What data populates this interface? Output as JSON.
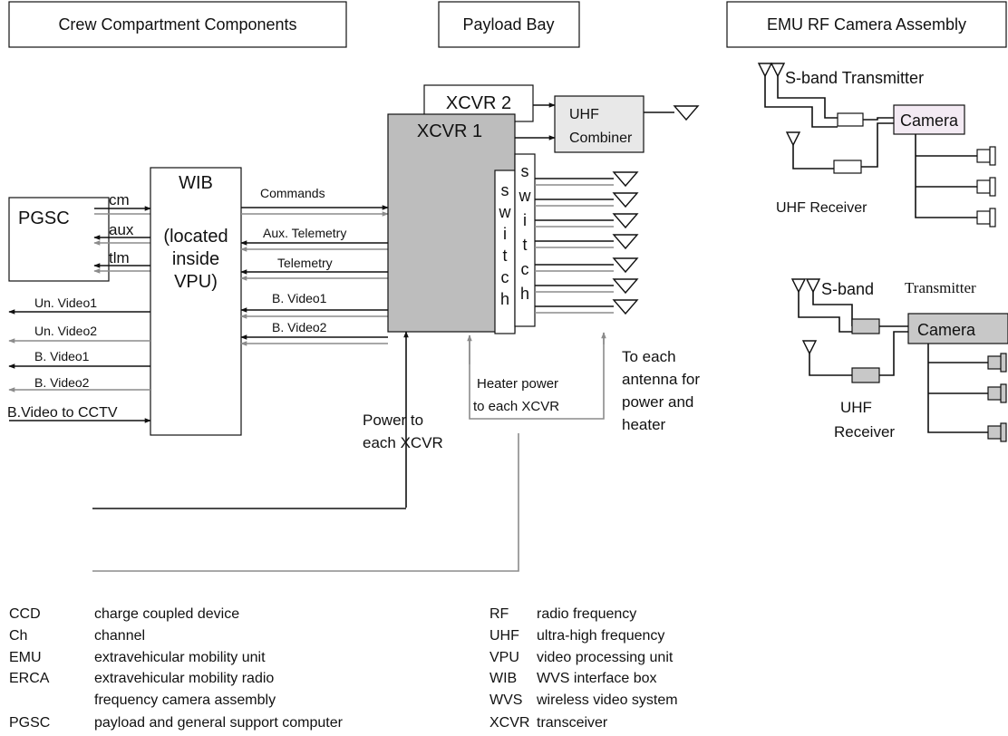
{
  "headers": {
    "crew": "Crew Compartment Components",
    "payload": "Payload Bay",
    "emu": "EMU RF Camera Assembly"
  },
  "blocks": {
    "pgsc": "PGSC",
    "wib_title": "WIB",
    "wib_sub": [
      "(located",
      "inside",
      "VPU)"
    ],
    "xcvr1": "XCVR 1",
    "xcvr2": "XCVR 2",
    "uhf_combiner": [
      "UHF",
      "Combiner"
    ],
    "switch_letters": [
      "s",
      "w",
      "i",
      "t",
      "c",
      "h"
    ]
  },
  "pgsc_links": [
    "cm",
    "aux",
    "tlm"
  ],
  "wib_left_outputs": [
    "Un. Video1",
    "Un. Video2",
    "B. Video1",
    "B. Video2"
  ],
  "cctv_input": "B.Video to CCTV",
  "wib_xcvr_links": [
    "Commands",
    "Aux. Telemetry",
    "Telemetry",
    "B. Video1",
    "B. Video2"
  ],
  "notes": {
    "power": [
      "Power to",
      "each XCVR"
    ],
    "heater": [
      "Heater  power",
      "to each XCVR"
    ],
    "antenna": [
      "To each",
      "antenna for",
      "power and",
      "heater"
    ]
  },
  "erca1": {
    "transmitter": "S-band Transmitter",
    "camera": "Camera",
    "receiver": "UHF Receiver"
  },
  "erca2": {
    "transmitter_a": "S-band",
    "transmitter_b": "Transmitter",
    "camera": "Camera",
    "receiver": [
      "UHF",
      "Receiver"
    ]
  },
  "legend_left": [
    {
      "abbr": "CCD",
      "def": "charge coupled device"
    },
    {
      "abbr": "Ch",
      "def": "channel"
    },
    {
      "abbr": "EMU",
      "def": "extravehicular mobility unit"
    },
    {
      "abbr": "ERCA",
      "def": "extravehicular mobility radio"
    },
    {
      "abbr": "",
      "def": "frequency camera assembly"
    },
    {
      "abbr": "PGSC",
      "def": "payload and general support computer"
    }
  ],
  "legend_right": [
    {
      "abbr": "RF",
      "def": "radio frequency"
    },
    {
      "abbr": "UHF",
      "def": "ultra-high frequency"
    },
    {
      "abbr": "VPU",
      "def": "video processing unit"
    },
    {
      "abbr": "WIB",
      "def": "WVS interface box"
    },
    {
      "abbr": "WVS",
      "def": "wireless video system"
    },
    {
      "abbr": "XCVR",
      "def": "transceiver"
    }
  ],
  "colors": {
    "xcvr_fill": "#bdbdbd",
    "combiner_fill": "#e8e8e8",
    "camera1_fill": "#f3eaf3",
    "camera2_fill": "#c8c8c8",
    "gray_line": "#8c8c8c"
  }
}
